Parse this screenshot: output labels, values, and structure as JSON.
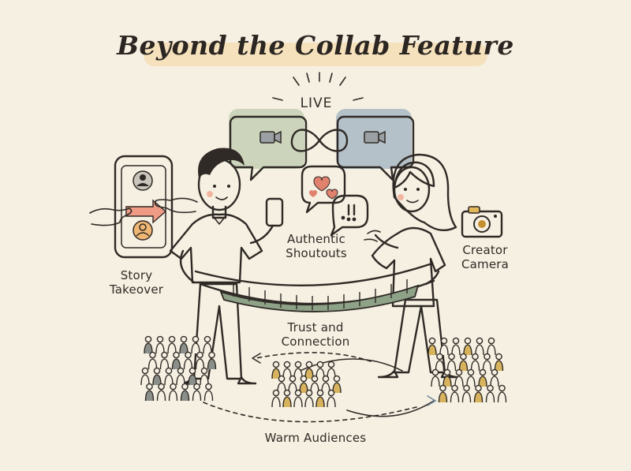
{
  "title": "Beyond the Collab Feature",
  "labels": {
    "live": "LIVE",
    "story_takeover": [
      "Story",
      "Takeover"
    ],
    "authentic_shoutouts": [
      "Authentic",
      "Shoutouts"
    ],
    "creator_camera": [
      "Creator",
      "Camera"
    ],
    "trust_connection": [
      "Trust and",
      "Connection"
    ],
    "warm_audiences": "Warm Audiences"
  },
  "colors": {
    "background": "#f6f0e2",
    "title_highlight": "#f4dfb6",
    "person_left_shirt": "#ef9b85",
    "person_right_outfit": "#e3b85a",
    "bubble_left": "#a9bf9a",
    "bubble_right": "#7f9bb3",
    "heart": "#e0826e",
    "crowd_left": "#8a8f8a",
    "crowd_right": "#d7b35d"
  },
  "icons": [
    "video-camera-icon",
    "infinity-loop-icon",
    "heart-icon",
    "exclamation-icon",
    "phone-icon",
    "avatar-icon",
    "photo-camera-icon",
    "arrow-icon",
    "rope-bridge-icon",
    "crowd-icon"
  ]
}
